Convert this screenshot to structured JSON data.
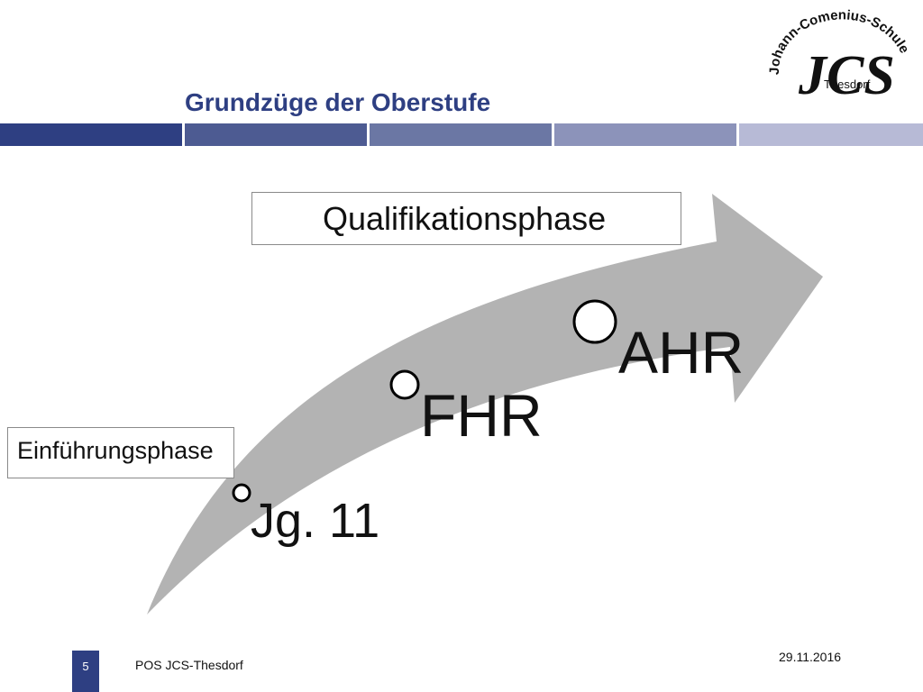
{
  "slide": {
    "title": "Grundzüge der Oberstufe",
    "page_number": "5",
    "footer_text": "POS JCS-Thesdorf",
    "date": "29.11.2016"
  },
  "logo": {
    "initials": "JCS",
    "ring_text": "Johann-Comenius-Schule",
    "place": "Thesdorf"
  },
  "band_colors": [
    "#2e3f82",
    "#4d5b92",
    "#6b77a4",
    "#8c93ba",
    "#b7bad6"
  ],
  "diagram": {
    "arrow_color": "#b3b3b3",
    "steps": [
      {
        "label": "Jg. 11"
      },
      {
        "label": "FHR"
      },
      {
        "label": "AHR"
      }
    ],
    "phase_boxes": {
      "upper": "Qualifikationsphase",
      "lower": "Einführungsphase"
    }
  }
}
